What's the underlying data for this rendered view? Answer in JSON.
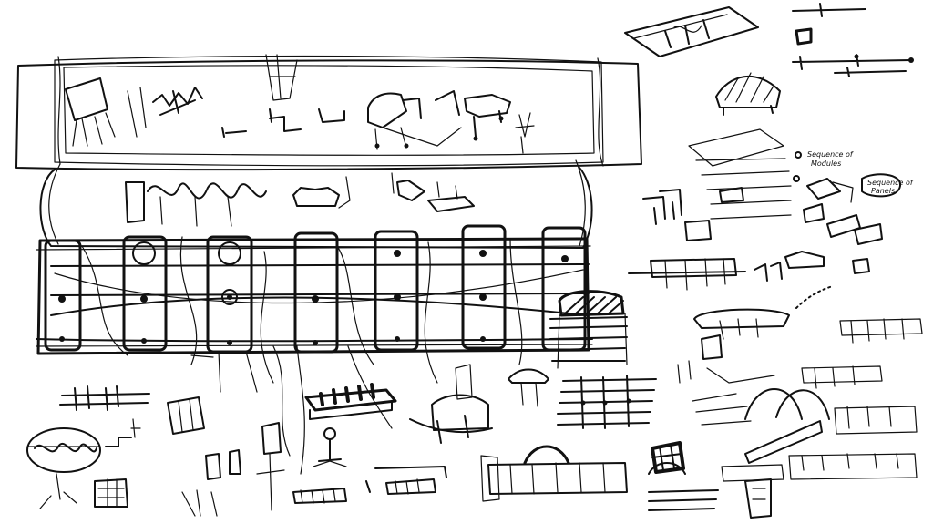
{
  "sheet": {
    "background": "#ffffff",
    "ink": "#111111"
  },
  "annotations": {
    "note_right_1": "Sequence of",
    "note_right_2": "Modules",
    "note_right_3": "Sequence of",
    "note_right_4": "Panels"
  }
}
